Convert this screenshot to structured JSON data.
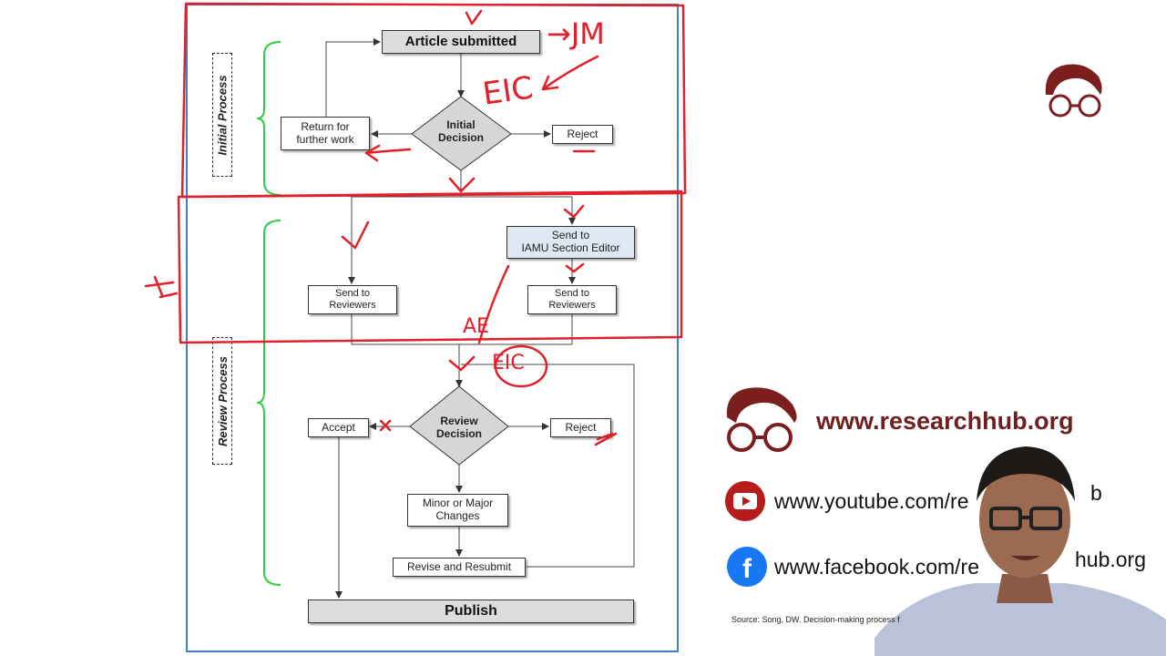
{
  "diagram": {
    "stages": {
      "initial": "Initial Process",
      "review": "Review Process"
    },
    "nodes": {
      "article_submitted": "Article submitted",
      "initial_decision": "Initial\nDecision",
      "return_for_work": "Return for\nfurther work",
      "reject_initial": "Reject",
      "send_section_editor": "Send to\nIAMU Section Editor",
      "send_reviewers_left": "Send to\nReviewers",
      "send_reviewers_right": "Send to\nReviewers",
      "review_decision": "Review\nDecision",
      "accept": "Accept",
      "reject_review": "Reject",
      "minor_major": "Minor or Major\nChanges",
      "revise_resubmit": "Revise and Resubmit",
      "publish": "Publish"
    },
    "annotations": {
      "jm": "→JM",
      "eic_top": "EIC",
      "ae": "AE",
      "eic_bottom": "EIC"
    },
    "colors": {
      "frame": "#3f7fbf",
      "bracket": "#2ecc40",
      "ink": "#e0202a"
    }
  },
  "branding": {
    "website": "www.researchhub.org",
    "youtube": "www.youtube.com/re",
    "youtube_tail": "b",
    "facebook": "www.facebook.com/re",
    "facebook_tail": "hub.org",
    "source": "Source: Song, DW. Decision-making process f",
    "icons": [
      "researchhub-logo-icon",
      "youtube-icon",
      "facebook-icon"
    ]
  }
}
